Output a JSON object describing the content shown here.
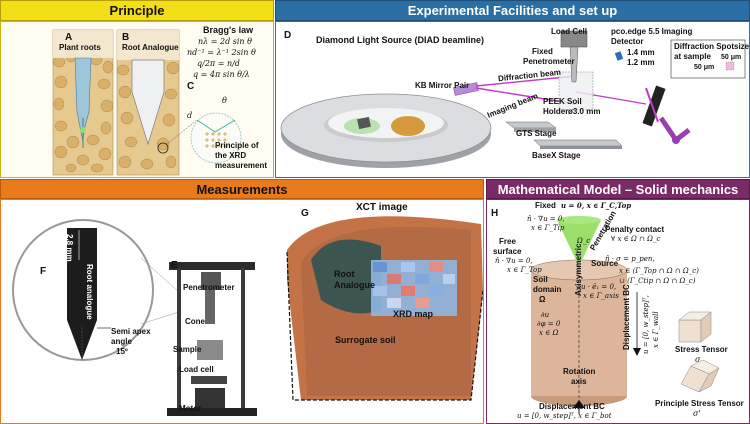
{
  "headers": {
    "principle": "Principle",
    "experimental": "Experimental Facilities and set up",
    "measurements": "Measurements",
    "math_model": "Mathematical Model – Solid mechanics"
  },
  "principle": {
    "panel_a_letter": "A",
    "panel_a_title": "Plant roots",
    "panel_b_letter": "B",
    "panel_b_title": "Root Analogue",
    "bragg_title": "Bragg's law",
    "eq1": "nλ = 2d sin θ",
    "eq2": "nd⁻¹ = λ⁻¹ 2sin θ",
    "eq3": "q/2π = n/d",
    "eq4": "q = 4π sin θ/λ",
    "panel_c_letter": "C",
    "theta": "θ",
    "d": "d",
    "caption_l1": "Principle of",
    "caption_l2": "the XRD",
    "caption_l3": "measurement"
  },
  "experimental": {
    "panel_letter": "D",
    "source": "Diamond Light Source (DIAD beamline)",
    "load_cell": "Load Cell",
    "fixed_penetrometer_l1": "Fixed",
    "fixed_penetrometer_l2": "Penetrometer",
    "detector_l1": "pco.edge 5.5 Imaging",
    "detector_l2": "Detector",
    "dim1": "1.4 mm",
    "dim2": "1.2 mm",
    "spotsize_l1": "Diffraction Spotsize",
    "spotsize_l2": "at sample",
    "spot_w": "50 μm",
    "spot_h": "50 μm",
    "kb_mirror": "KB Mirror Pair",
    "diffraction_beam": "Diffraction beam",
    "imaging_beam": "Imaging beam",
    "peek_l1": "PEEK Soil",
    "peek_l2": "Holder",
    "diameter": "ø3.0 mm",
    "gts": "GTS Stage",
    "basex": "BaseX Stage"
  },
  "measurements": {
    "panel_e": "E",
    "panel_f": "F",
    "panel_g": "G",
    "dim_28": "2.8 mm",
    "root_analogue_vertical": "Root analogue",
    "semi_apex_l1": "Semi apex",
    "semi_apex_l2": "angle",
    "semi_apex_l3": "15º",
    "penetrometer": "Penetrometer",
    "cone": "Cone",
    "sample": "Sample",
    "load_cell": "Load cell",
    "motor": "Motor",
    "xct_title": "XCT image",
    "root_analogue_l1": "Root",
    "root_analogue_l2": "Analogue",
    "xrd_map": "XRD map",
    "surrogate_soil": "Surrogate soil"
  },
  "math": {
    "panel_letter": "H",
    "fixed_l1": "Fixed",
    "fixed_l2": "u = 0, x ∈ Γ_C,Top",
    "penalty_l1": "Penalty contact",
    "penalty_l2": "∀ x ∈ Ω ∩ Ω_c",
    "free_l1": "Free",
    "free_l2": "surface",
    "traction1_l1": "n̂ · ∇u = 0,",
    "traction1_l2": "x ∈ Γ_Tip",
    "traction2_l1": "n̂ · ∇u = 0,",
    "traction2_l2": "x ∈ Γ_Top",
    "omega_c": "Ω_c",
    "source": "Source",
    "sigma_eq": "n̂ · σ = p_pen,",
    "sigma_l2": "x ∈ (Γ_Top ∩ Ω ∩ Ω_c)",
    "sigma_l3": "∪ (Γ_Ctip ∩ Ω ∩ Ω_c)",
    "soil_l1": "Soil",
    "soil_l2": "domain",
    "soil_l3": "Ω",
    "axis_eq_l1": "u · ê₁ = 0,",
    "axis_eq_l2": "x ∈ Γ_axis",
    "axisym": "Axisymmetric",
    "dudr_l1": "∂u",
    "dudr_l2": "∂φ = 0",
    "dudr_l3": "x ∈ Ω",
    "disp_bc_side": "Displacement BC",
    "wall_eq_l1": "u = [0, w_step]ᵀ,",
    "wall_eq_l2": "x ∈ Γ_wall",
    "penetration": "Penetration",
    "rotation_l1": "Rotation",
    "rotation_l2": "axis",
    "disp_bc_bottom": "Displacement BC",
    "bottom_eq": "u = [0, w_step]ᵀ, x ∈ Γ_bot",
    "stress_tensor_l1": "Stress Tensor",
    "stress_tensor_l2": "σ",
    "principal_l1": "Principle Stress Tensor",
    "principal_l2": "σ'"
  },
  "colors": {
    "principle_header": "#f2df17",
    "experimental_header": "#2b6ea3",
    "measurements_header": "#e97a1b",
    "math_header": "#7a2a66",
    "soil_orange": "#d8894f",
    "cylinder": "#dcb59a",
    "cone_green": "#8fdc5a",
    "beam_purple": "#c23ac9"
  }
}
